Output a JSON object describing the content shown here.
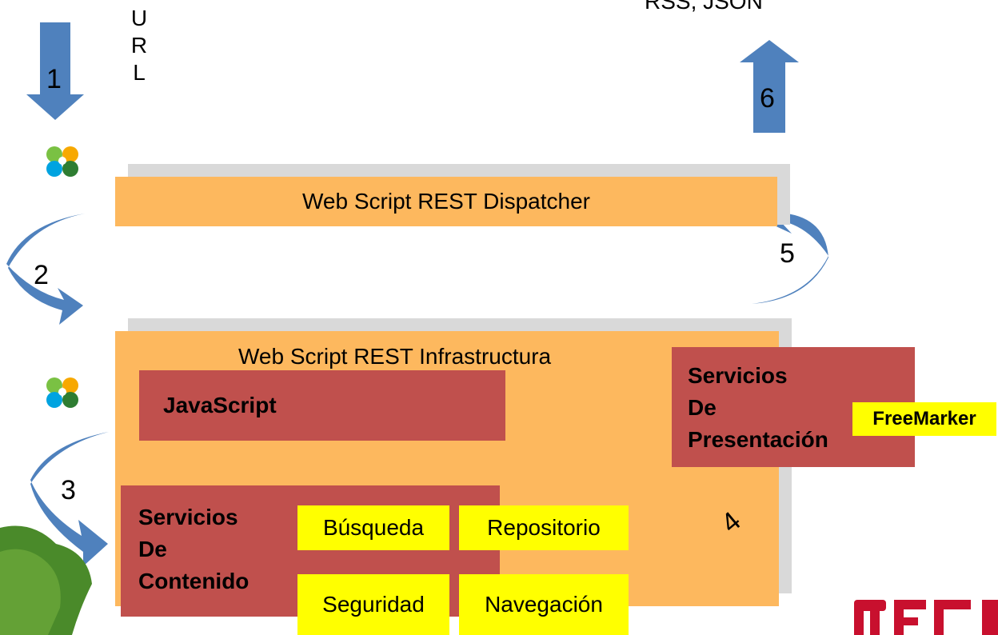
{
  "labels": {
    "url_letters": [
      "U",
      "R",
      "L"
    ],
    "output_formats": "RSS, JSON",
    "step_1": "1",
    "step_2": "2",
    "step_3": "3",
    "step_4": "4",
    "step_5": "5",
    "step_6": "6"
  },
  "dispatcher": {
    "title": "Web Script REST Dispatcher"
  },
  "infrastructure": {
    "title": "Web Script REST Infrastructura",
    "javascript": "JavaScript",
    "content_services": {
      "lines": [
        "Servicios",
        "De",
        "Contenido"
      ]
    },
    "content_modules": [
      "Búsqueda",
      "Repositorio",
      "Seguridad",
      "Navegación"
    ],
    "presentation_services": {
      "lines": [
        "Servicios",
        "De",
        "Presentación"
      ]
    },
    "template_engine": "FreeMarker"
  },
  "colors": {
    "arrow": "#4f81bd",
    "orange_bar": "#fdb85e",
    "red_box": "#c0504d",
    "yellow_tag": "#ffff00",
    "shadow": "#d9d9d9",
    "logo_red": "#c8102e",
    "tree": "#4a8a2a"
  },
  "icons": [
    "alfresco-logo-icon",
    "tree-image",
    "company-logo"
  ]
}
